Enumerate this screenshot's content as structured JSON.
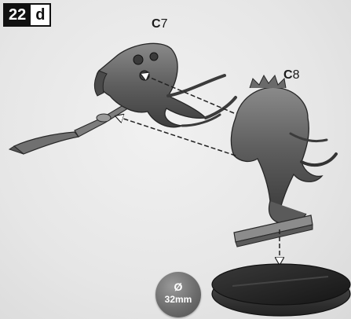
{
  "step": {
    "number": "22",
    "letter": "d"
  },
  "parts": [
    {
      "prefix": "C",
      "number": "7"
    },
    {
      "prefix": "C",
      "number": "8"
    }
  ],
  "base": {
    "symbol": "Ø",
    "size": "32mm"
  }
}
